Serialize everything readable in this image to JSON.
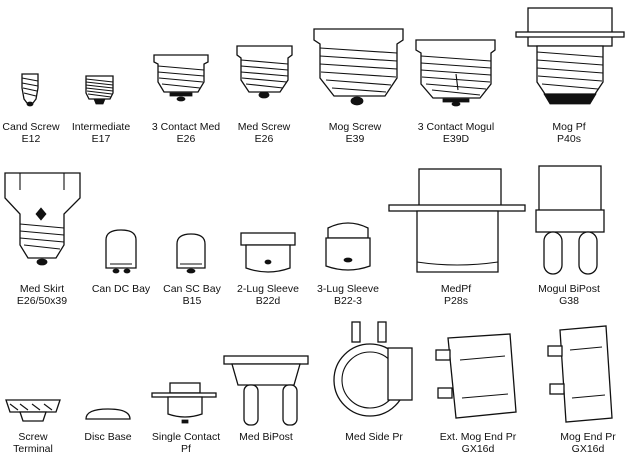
{
  "bases": [
    {
      "id": "cand-screw",
      "name": "Cand Screw",
      "code": "E12"
    },
    {
      "id": "intermediate",
      "name": "Intermediate",
      "code": "E17"
    },
    {
      "id": "3-contact-med",
      "name": "3 Contact Med",
      "code": "E26"
    },
    {
      "id": "med-screw",
      "name": "Med Screw",
      "code": "E26"
    },
    {
      "id": "mog-screw",
      "name": "Mog Screw",
      "code": "E39"
    },
    {
      "id": "3-contact-mogul",
      "name": "3 Contact Mogul",
      "code": "E39D"
    },
    {
      "id": "mog-pf",
      "name": "Mog Pf",
      "code": "P40s"
    },
    {
      "id": "med-skirt",
      "name": "Med Skirt",
      "code": "E26/50x39"
    },
    {
      "id": "can-dc-bay",
      "name": "Can DC Bay",
      "code": ""
    },
    {
      "id": "can-sc-bay",
      "name": "Can SC Bay",
      "code": "B15"
    },
    {
      "id": "2-lug-sleeve",
      "name": "2-Lug Sleeve",
      "code": "B22d"
    },
    {
      "id": "3-lug-sleeve",
      "name": "3-Lug Sleeve",
      "code": "B22-3"
    },
    {
      "id": "medpf",
      "name": "MedPf",
      "code": "P28s"
    },
    {
      "id": "mogul-bipost",
      "name": "Mogul BiPost",
      "code": "G38"
    },
    {
      "id": "screw-terminal",
      "name": "Screw",
      "code": "Terminal"
    },
    {
      "id": "disc-base",
      "name": "Disc Base",
      "code": ""
    },
    {
      "id": "single-contact-pf",
      "name": "Single Contact",
      "code": "Pf"
    },
    {
      "id": "med-bipost",
      "name": "Med BiPost",
      "code": ""
    },
    {
      "id": "med-side-pr",
      "name": "Med Side Pr",
      "code": ""
    },
    {
      "id": "ext-mog-end-pr",
      "name": "Ext. Mog End Pr",
      "code": "GX16d"
    },
    {
      "id": "mog-end-pr",
      "name": "Mog End Pr",
      "code": "GX16d"
    }
  ]
}
